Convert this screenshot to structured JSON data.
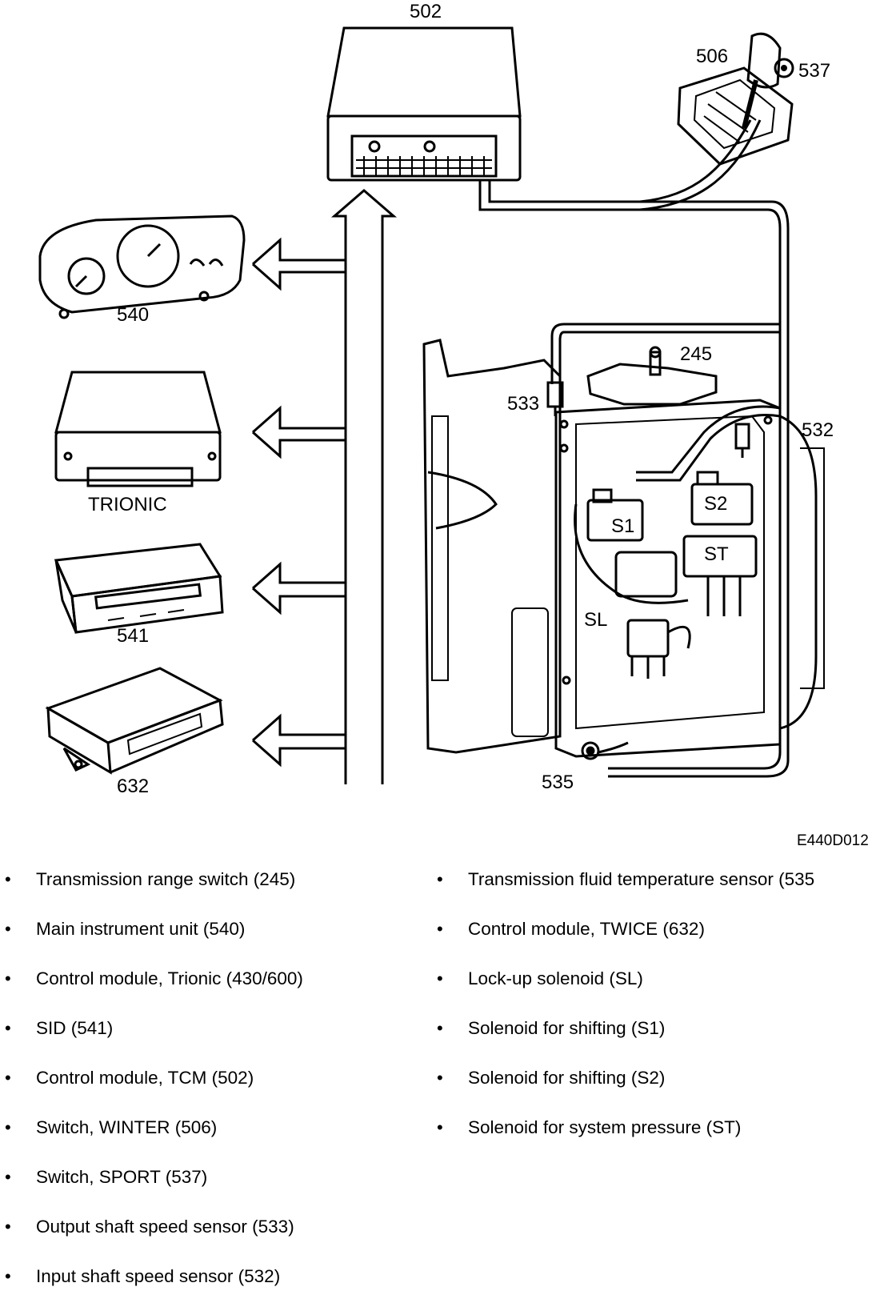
{
  "diagram": {
    "labels": {
      "tcm": "502",
      "winter_switch": "506",
      "sport_switch": "537",
      "instrument_unit": "540",
      "trionic": "TRIONIC",
      "sid": "541",
      "twice": "632",
      "range_switch": "245",
      "output_sensor": "533",
      "input_sensor": "532",
      "temp_sensor": "535",
      "s1": "S1",
      "s2": "S2",
      "st": "ST",
      "sl": "SL"
    },
    "figure_ref": "E440D012"
  },
  "legend": {
    "left": [
      "Transmission range switch (245)",
      "Main instrument unit (540)",
      "Control module, Trionic (430/600)",
      "SID (541)",
      "Control module, TCM (502)",
      "Switch, WINTER (506)",
      "Switch, SPORT (537)",
      "Output shaft speed sensor (533)",
      "Input shaft speed sensor (532)"
    ],
    "right": [
      "Transmission fluid temperature sensor (535",
      "Control module, TWICE (632)",
      "Lock-up solenoid (SL)",
      "Solenoid for shifting (S1)",
      "Solenoid for shifting (S2)",
      "Solenoid for system pressure (ST)"
    ],
    "bullet": "•"
  }
}
